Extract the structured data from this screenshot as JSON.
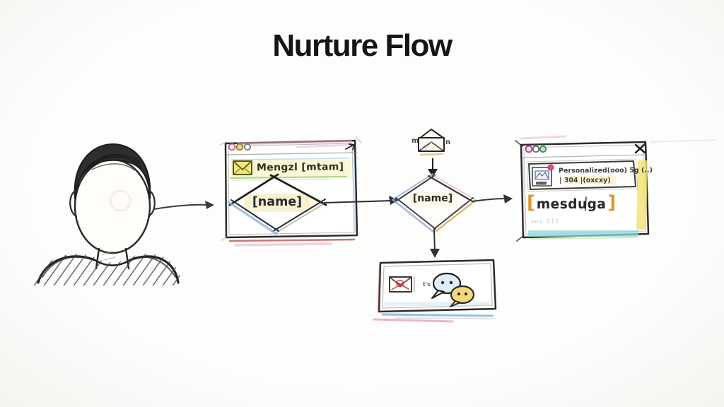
{
  "title": "Nurture Flow",
  "window1": {
    "header_label": "Mengzl [mtam]",
    "diamond_label": "[name]"
  },
  "email_node": {
    "left_letter": "m",
    "right_letter": "n"
  },
  "decision": {
    "label": "[name]"
  },
  "window2": {
    "card_title": "Personalized(ooo) 5g (..)",
    "card_subtitle": "| 304 |(oxcxy)",
    "highlight_open": "[",
    "highlight_label": "mesduga",
    "highlight_close": "]",
    "footnote": "sov 111"
  },
  "channels_box": {
    "note": "t's"
  },
  "icons": {
    "person": "person-sketch",
    "window_titlebars": "traffic-lights-icon",
    "window1_corner": "external-arrow-icon",
    "window1_header": "envelope-icon",
    "flow_node": "open-envelope-icon",
    "window2_close": "close-x-icon",
    "window2_card": "image-thumbnail-icon",
    "window2_badge": "notification-dot",
    "channels_email": "crossed-envelope-icon",
    "channels_chat": "chat-bubbles-icon"
  },
  "colors": {
    "ink": "#2b2b2b",
    "accent_pink": "#e8a8c8",
    "accent_red": "#c4524c",
    "accent_yellow": "#f0e26e",
    "accent_cyan": "#92d6da",
    "accent_blue": "#8fb4dc",
    "accent_orange": "#d89a30",
    "accent_green": "#9ccf6a",
    "envelope_yellow": "#f3e97b",
    "bubble_blue": "#ddeefa",
    "bubble_yellow": "#f2d978",
    "alert_red": "#c23434"
  }
}
